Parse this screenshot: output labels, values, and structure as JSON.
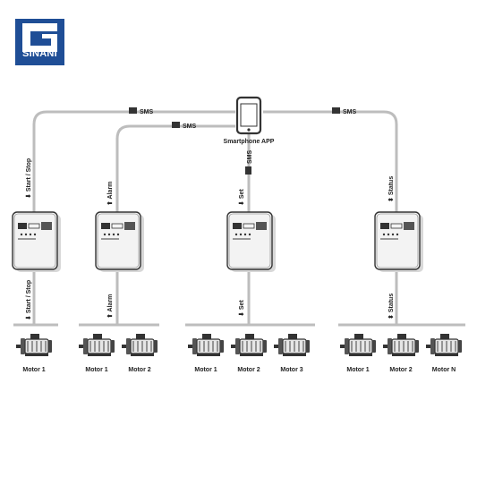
{
  "brand": {
    "name": "SINANI",
    "color": "#1f4e96"
  },
  "colors": {
    "line": "#bdbdbd",
    "device": "#f2f2f2",
    "ink": "#222222"
  },
  "phone": {
    "label": "Smartphone APP",
    "icon": "smartphone-icon"
  },
  "sms_labels": [
    "SMS",
    "SMS",
    "SMS",
    "SMS"
  ],
  "groups": [
    {
      "upper_label": "Start / Stop",
      "upper_arrow": "⬇",
      "lower_label": "Start / Stop",
      "lower_arrow": "⬇",
      "motors": [
        "Motor 1"
      ]
    },
    {
      "upper_label": "Alarm",
      "upper_arrow": "⬆",
      "lower_label": "Alarm",
      "lower_arrow": "⬆",
      "motors": [
        "Motor 1",
        "Motor 2"
      ]
    },
    {
      "upper_label": "Set",
      "upper_arrow": "⬇",
      "lower_label": "Set",
      "lower_arrow": "⬇",
      "motors": [
        "Motor 1",
        "Motor 2",
        "Motor 3"
      ]
    },
    {
      "upper_label": "Status",
      "upper_arrow": "⬍",
      "lower_label": "Status",
      "lower_arrow": "⬍",
      "motors": [
        "Motor 1",
        "Motor 2",
        "Motor N"
      ]
    }
  ]
}
